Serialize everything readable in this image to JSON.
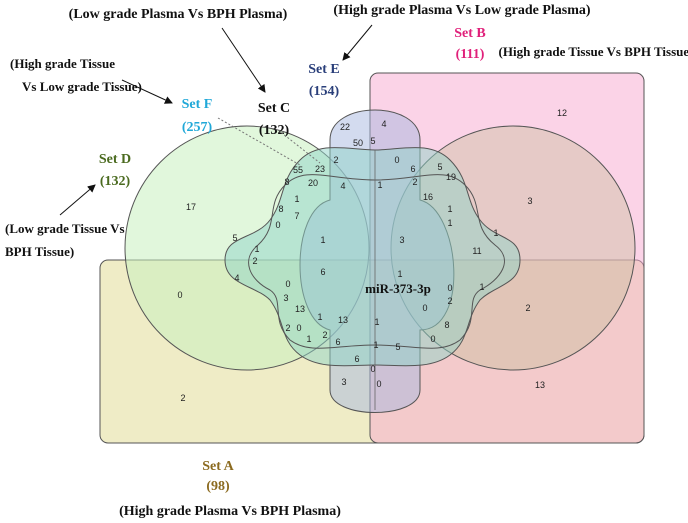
{
  "sets": {
    "A": {
      "name": "Set A",
      "count": "(98)",
      "desc": "(High grade Plasma Vs BPH Plasma)",
      "color": "#8b6a1f"
    },
    "B": {
      "name": "Set B",
      "count": "(111)",
      "desc": "(High grade Tissue Vs BPH Tissue)",
      "color": "#e0207a"
    },
    "C": {
      "name": "Set C",
      "count": "(132)",
      "desc": "(Low grade Plasma Vs BPH Plasma)",
      "color": "#111111"
    },
    "D": {
      "name": "Set D",
      "count": "(132)",
      "desc_line1": "(Low grade Tissue Vs",
      "desc_line2": "BPH Tissue)",
      "color": "#4a6a1f"
    },
    "E": {
      "name": "Set E",
      "count": "(154)",
      "desc": "(High grade Plasma Vs Low grade Plasma)",
      "color": "#2a3f7a"
    },
    "F": {
      "name": "Set F",
      "count": "(257)",
      "desc_line1": "(High grade Tissue",
      "desc_line2": "Vs Low grade Tissue)",
      "color": "#20a8d8"
    }
  },
  "center_label": "miR-373-3p",
  "regions": [
    "12",
    "4",
    "22",
    "50",
    "5",
    "0",
    "6",
    "5",
    "19",
    "23",
    "2",
    "55",
    "8",
    "20",
    "4",
    "1",
    "2",
    "16",
    "3",
    "1",
    "1",
    "7",
    "17",
    "8",
    "0",
    "1",
    "3",
    "5",
    "1",
    "11",
    "1",
    "1",
    "2",
    "1",
    "1",
    "6",
    "4",
    "0",
    "0",
    "2",
    "3",
    "0",
    "13",
    "0",
    "1",
    "2",
    "2",
    "1",
    "0",
    "8",
    "2",
    "6",
    "13",
    "1",
    "5",
    "6",
    "0",
    "3",
    "0",
    "2",
    "13",
    "1",
    "0"
  ]
}
